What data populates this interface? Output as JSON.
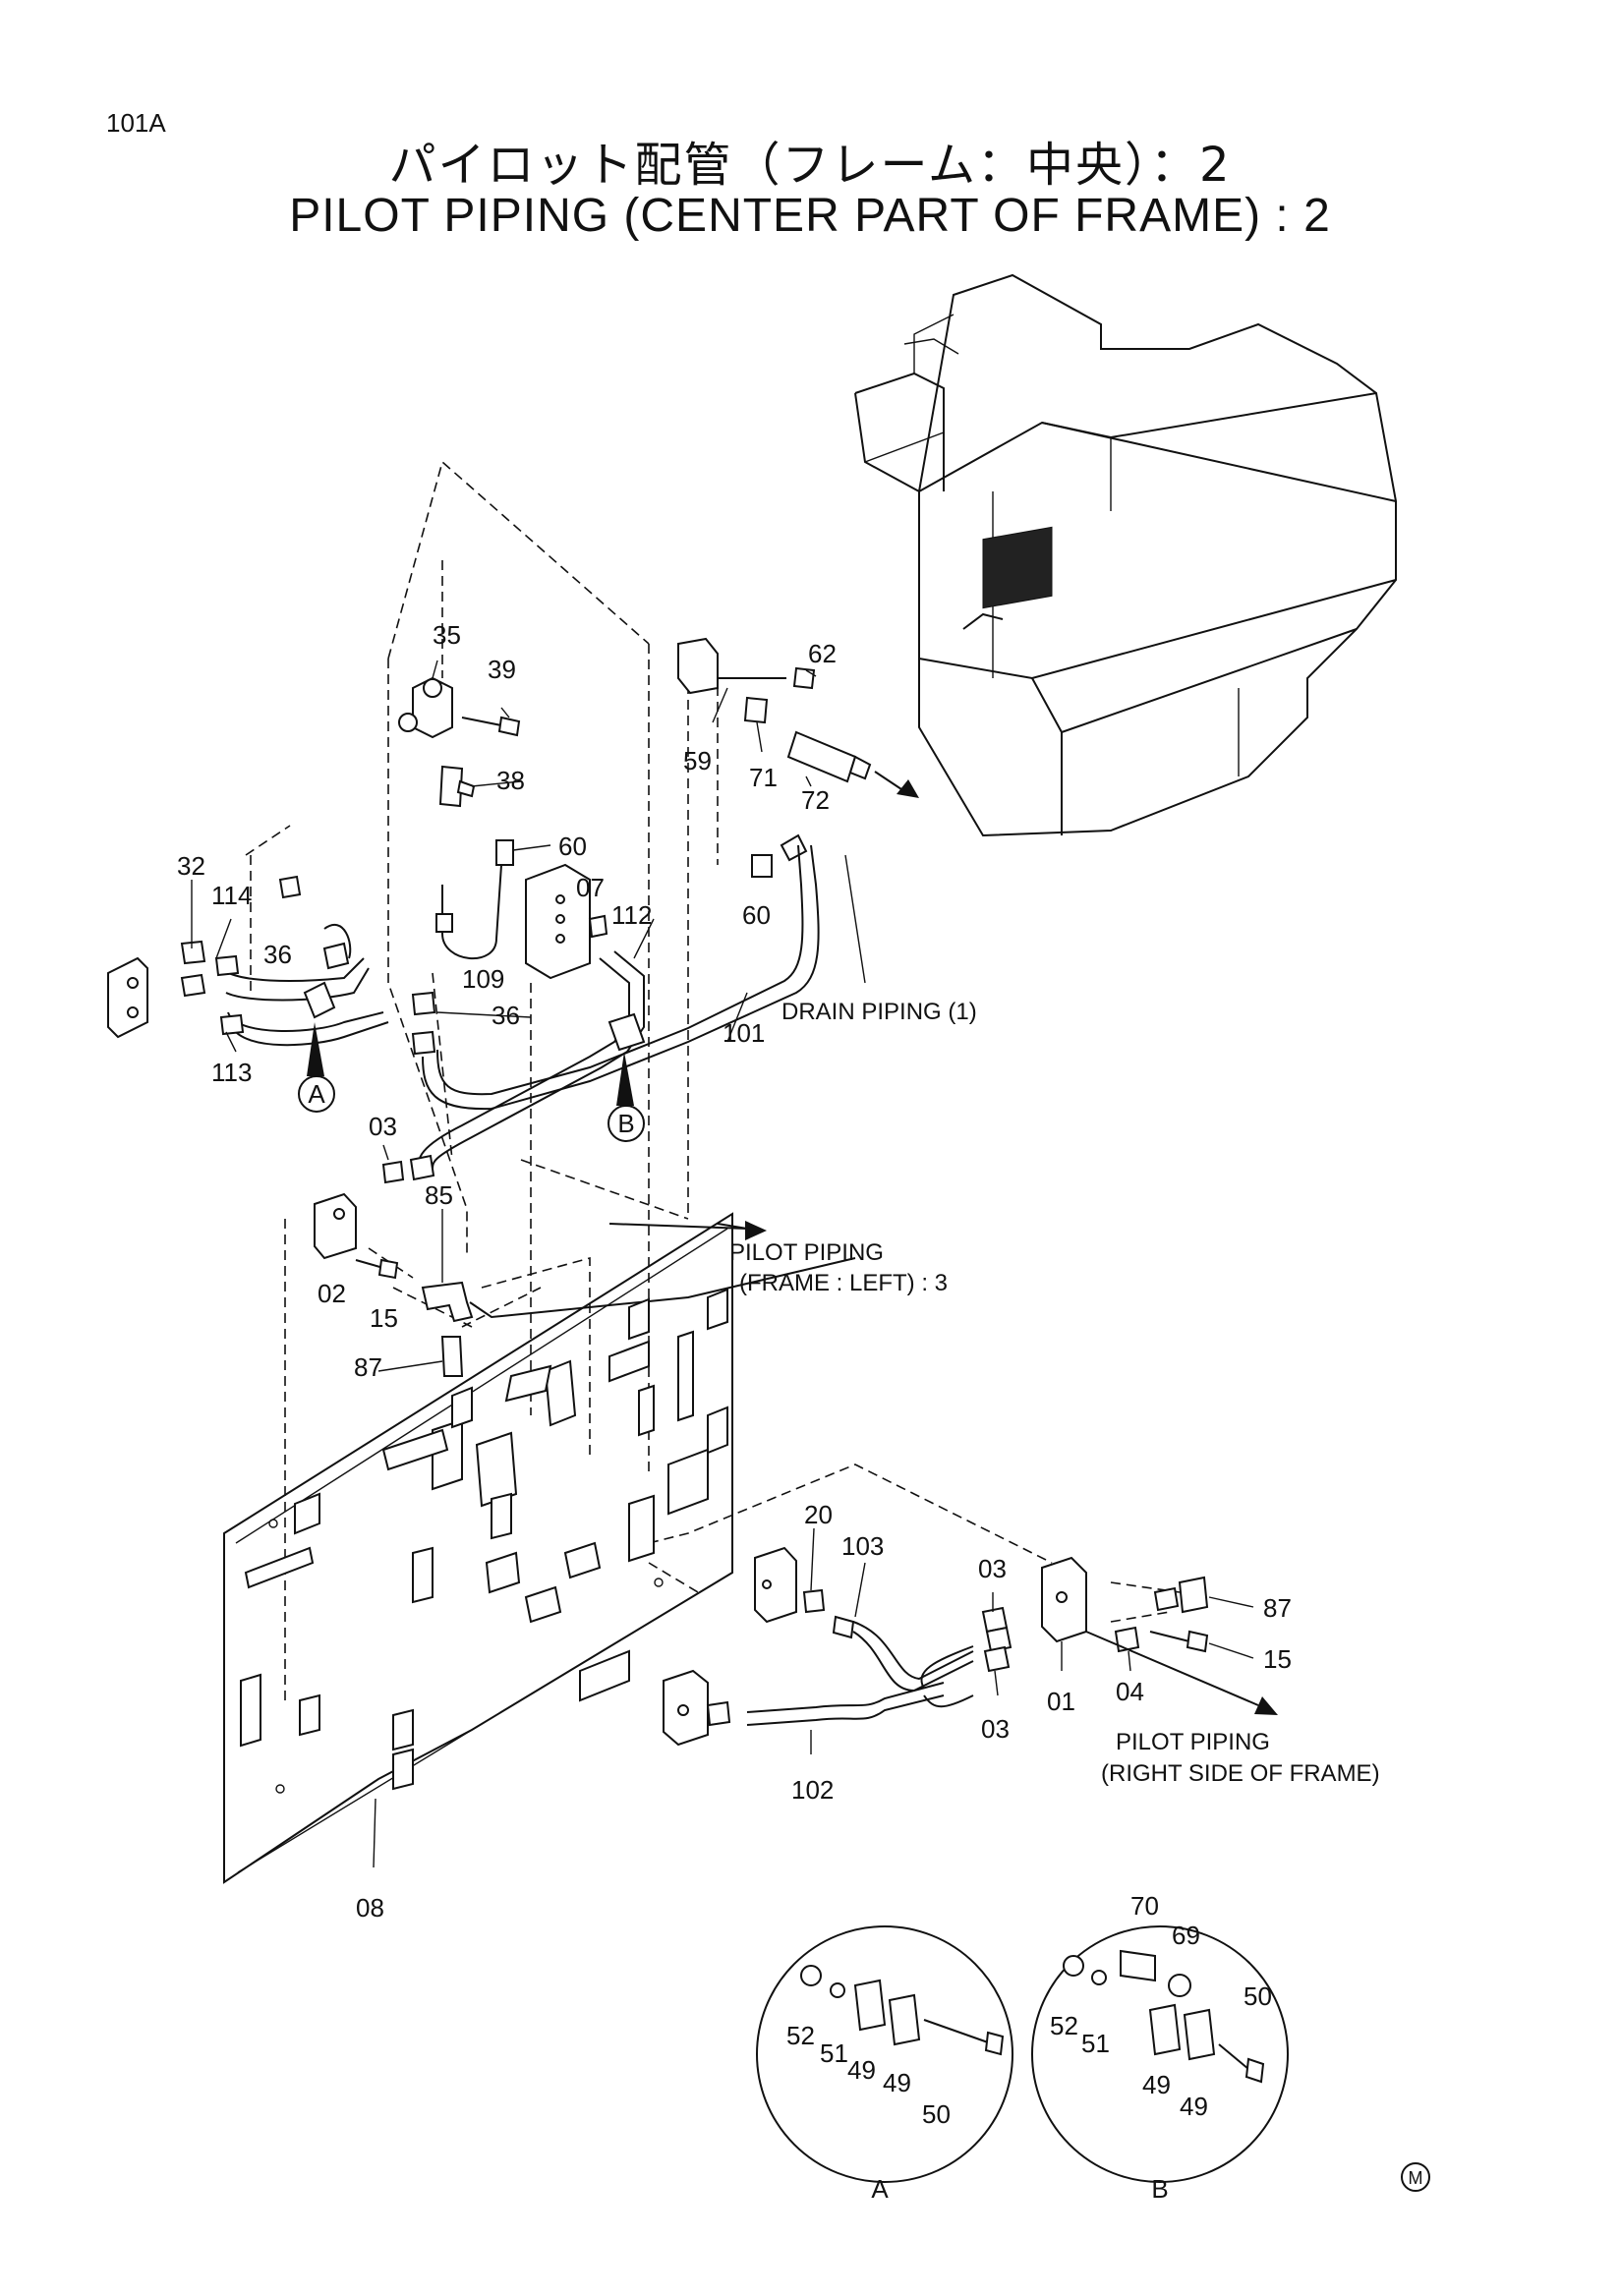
{
  "page_ref": "101A",
  "title_jp": "パイロット配管（フレーム：中央）：2",
  "title_en": "PILOT PIPING (CENTER PART OF FRAME) : 2",
  "callouts": {
    "p35": "35",
    "p39": "39",
    "p38": "38",
    "p62": "62",
    "p59": "59",
    "p71": "71",
    "p72": "72",
    "p60a": "60",
    "p60b": "60",
    "p07": "07",
    "p112": "112",
    "p32": "32",
    "p114": "114",
    "p36a": "36",
    "p36b": "36",
    "p109": "109",
    "p113": "113",
    "p101": "101",
    "p03a": "03",
    "p85": "85",
    "p02": "02",
    "p15a": "15",
    "p87a": "87",
    "p20": "20",
    "p103": "103",
    "p03b": "03",
    "p03c": "03",
    "p01": "01",
    "p04": "04",
    "p87b": "87",
    "p15b": "15",
    "p102": "102",
    "p08": "08",
    "dA52": "52",
    "dA51": "51",
    "dA49a": "49",
    "dA49b": "49",
    "dA50": "50",
    "dB70": "70",
    "dB69": "69",
    "dB52": "52",
    "dB51": "51",
    "dB50": "50",
    "dB49a": "49",
    "dB49b": "49"
  },
  "markers": {
    "A": "A",
    "B": "B",
    "detail_A": "A",
    "detail_B": "B",
    "corner_mark": "M"
  },
  "notes": {
    "drain": "DRAIN PIPING (1)",
    "pilot_left_1": "PILOT PIPING",
    "pilot_left_2": "(FRAME : LEFT) : 3",
    "pilot_right_1": "PILOT PIPING",
    "pilot_right_2": "(RIGHT SIDE OF FRAME)"
  }
}
